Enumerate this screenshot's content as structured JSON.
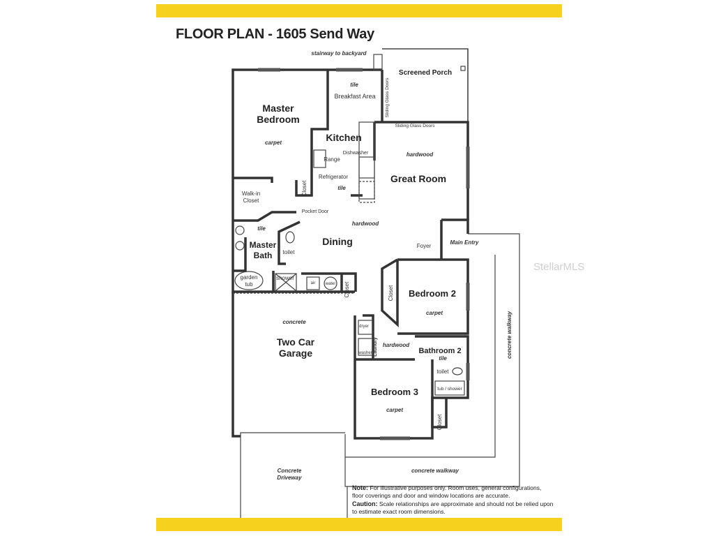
{
  "title": "FLOOR PLAN - 1605 Send Way",
  "watermark": "StellarMLS",
  "colors": {
    "band": "#f6d21e",
    "walls": "#333333"
  },
  "rooms": {
    "master_bedroom": [
      "Master",
      "Bedroom"
    ],
    "kitchen": "Kitchen",
    "great_room": "Great Room",
    "screened_porch": "Screened Porch",
    "dining": "Dining",
    "master_bath": [
      "Master",
      "Bath"
    ],
    "bedroom2": "Bedroom 2",
    "bathroom2": "Bathroom 2",
    "bedroom3": "Bedroom 3",
    "garage": [
      "Two Car",
      "Garage"
    ]
  },
  "labels": {
    "stairway": "stairway to backyard",
    "breakfast": "Breakfast Area",
    "sliding1": "Sliding Glass Doors",
    "sliding2": "Sliding Glass Doors",
    "dishwasher": "Dishwasher",
    "range": "Range",
    "refrigerator": "Refrigerator",
    "closet": "Closet",
    "walkin": [
      "Walk-in",
      "Closet"
    ],
    "pocket_door": "Pocket Door",
    "toilet": "toilet",
    "garden_tub": [
      "garden",
      "tub"
    ],
    "shower": "shower",
    "air": "air",
    "water": "water",
    "foyer": "Foyer",
    "main_entry": "Main Entry",
    "dryer": "dryer",
    "washer": "washer",
    "laundry": "Laundry",
    "tub_shower": "tub / shower",
    "concrete_walkway": "concrete walkway",
    "driveway": [
      "Concrete",
      "Driveway"
    ]
  },
  "floors": {
    "carpet": "carpet",
    "tile": "tile",
    "hardwood": "hardwood",
    "concrete": "concrete"
  },
  "note": {
    "note_label": "Note:",
    "note_text": "For illustrative purposes only. Room uses, general configurations, floor coverings and door and window locations are accurate.",
    "caution_label": "Caution:",
    "caution_text": "Scale relationships are approximate and should not be relied upon to estimate exact room dimensions."
  }
}
